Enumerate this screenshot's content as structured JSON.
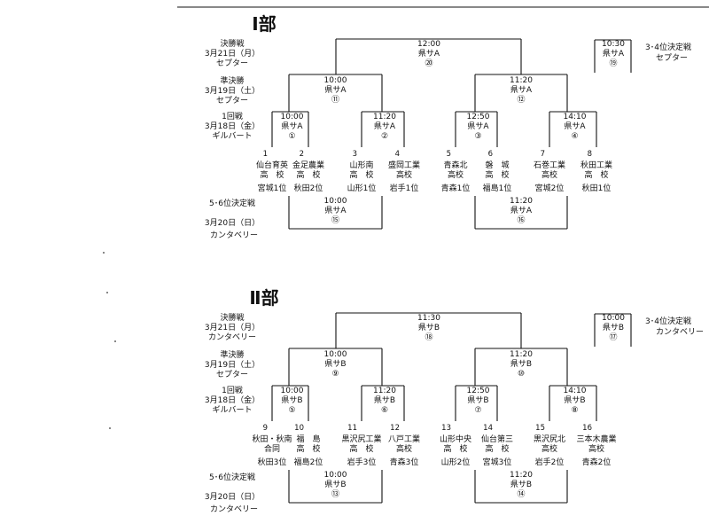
{
  "sections": [
    {
      "id": "div1",
      "title": "Ⅰ部",
      "rounds": {
        "final": [
          "決勝戦",
          "3月21日（月）",
          "セプター"
        ],
        "semi": [
          "準決勝",
          "3月19日（土）",
          "セプター"
        ],
        "first": [
          "1回戦",
          "3月18日（金）",
          "ギルバート"
        ],
        "place56": [
          "5･6位決定戦",
          "3月20日（日）",
          "カンタベリー"
        ]
      },
      "final_match": {
        "time": "12:00",
        "court": "県サA",
        "no": "⑳"
      },
      "third_place": {
        "label": "3･4位決定戦",
        "venue": "セプター",
        "time": "10:30",
        "court": "県サA",
        "no": "⑲"
      },
      "semi_matches": [
        {
          "time": "10:00",
          "court": "県サA",
          "no": "⑪"
        },
        {
          "time": "11:20",
          "court": "県サA",
          "no": "⑫"
        }
      ],
      "first_matches": [
        {
          "time": "10:00",
          "court": "県サA",
          "no": "①"
        },
        {
          "time": "11:20",
          "court": "県サA",
          "no": "②"
        },
        {
          "time": "12:50",
          "court": "県サA",
          "no": "③"
        },
        {
          "time": "14:10",
          "court": "県サA",
          "no": "④"
        }
      ],
      "teams": [
        {
          "seed": "1",
          "name": [
            "仙台育英",
            "高　校"
          ],
          "rank": "宮城1位"
        },
        {
          "seed": "2",
          "name": [
            "金足農業",
            "高　校"
          ],
          "rank": "秋田2位"
        },
        {
          "seed": "3",
          "name": [
            "山形南",
            "高　校"
          ],
          "rank": "山形1位"
        },
        {
          "seed": "4",
          "name": [
            "盛岡工業",
            "高校"
          ],
          "rank": "岩手1位"
        },
        {
          "seed": "5",
          "name": [
            "青森北",
            "高校"
          ],
          "rank": "青森1位"
        },
        {
          "seed": "6",
          "name": [
            "磐　城",
            "高　校"
          ],
          "rank": "福島1位"
        },
        {
          "seed": "7",
          "name": [
            "石巻工業",
            "高校"
          ],
          "rank": "宮城2位"
        },
        {
          "seed": "8",
          "name": [
            "秋田工業",
            "高　校"
          ],
          "rank": "秋田1位"
        }
      ],
      "place_matches": [
        {
          "time": "10:00",
          "court": "県サA",
          "no": "⑮"
        },
        {
          "time": "11:20",
          "court": "県サA",
          "no": "⑯"
        }
      ]
    },
    {
      "id": "div2",
      "title": "Ⅱ部",
      "rounds": {
        "final": [
          "決勝戦",
          "3月21日（月）",
          "カンタベリー"
        ],
        "semi": [
          "準決勝",
          "3月19日（土）",
          "セプター"
        ],
        "first": [
          "1回戦",
          "3月18日（金）",
          "ギルバート"
        ],
        "place56": [
          "5･6位決定戦",
          "3月20日（日）",
          "カンタベリー"
        ]
      },
      "final_match": {
        "time": "11:30",
        "court": "県サB",
        "no": "⑱"
      },
      "third_place": {
        "label": "3･4位決定戦",
        "venue": "カンタベリー",
        "time": "10:00",
        "court": "県サB",
        "no": "⑰"
      },
      "semi_matches": [
        {
          "time": "10:00",
          "court": "県サB",
          "no": "⑨"
        },
        {
          "time": "11:20",
          "court": "県サB",
          "no": "⑩"
        }
      ],
      "first_matches": [
        {
          "time": "10:00",
          "court": "県サB",
          "no": "⑤"
        },
        {
          "time": "11:20",
          "court": "県サB",
          "no": "⑥"
        },
        {
          "time": "12:50",
          "court": "県サB",
          "no": "⑦"
        },
        {
          "time": "14:10",
          "court": "県サB",
          "no": "⑧"
        }
      ],
      "teams": [
        {
          "seed": "9",
          "name": [
            "秋田・秋南",
            "合同"
          ],
          "rank": "秋田3位"
        },
        {
          "seed": "10",
          "name": [
            "福　島",
            "高　校"
          ],
          "rank": "福島2位"
        },
        {
          "seed": "11",
          "name": [
            "黒沢尻工業",
            "高　校"
          ],
          "rank": "岩手3位"
        },
        {
          "seed": "12",
          "name": [
            "八戸工業",
            "高校"
          ],
          "rank": "青森3位"
        },
        {
          "seed": "13",
          "name": [
            "山形中央",
            "高　校"
          ],
          "rank": "山形2位"
        },
        {
          "seed": "14",
          "name": [
            "仙台第三",
            "高　校"
          ],
          "rank": "宮城3位"
        },
        {
          "seed": "15",
          "name": [
            "黒沢尻北",
            "高校"
          ],
          "rank": "岩手2位"
        },
        {
          "seed": "16",
          "name": [
            "三本木農業",
            "高校"
          ],
          "rank": "青森2位"
        }
      ],
      "place_matches": [
        {
          "time": "10:00",
          "court": "県サB",
          "no": "⑬"
        },
        {
          "time": "11:20",
          "court": "県サB",
          "no": "⑭"
        }
      ]
    }
  ]
}
